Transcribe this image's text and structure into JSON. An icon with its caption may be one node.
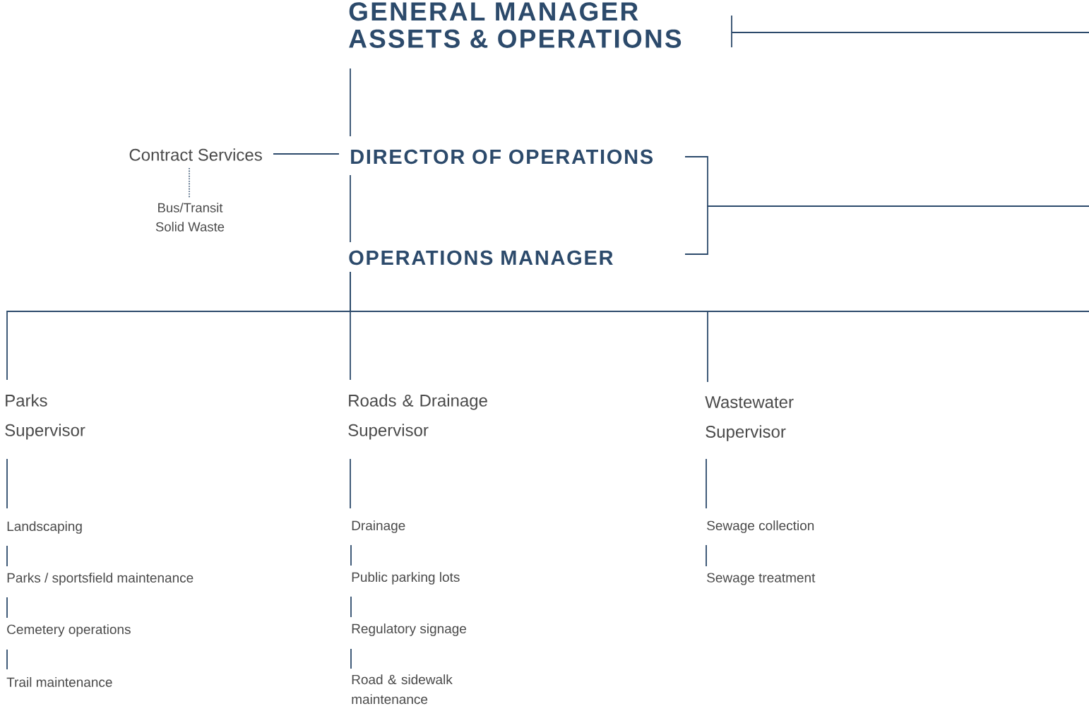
{
  "diagram": {
    "nodes": [
      {
        "text": [
          "GENERAL MANAGER ASSETS & OPERATIONS"
        ]
      },
      {
        "text": [
          "Contract Services"
        ]
      },
      {
        "text": [
          "Bus/Transit",
          "Solid Waste"
        ]
      },
      {
        "text": [
          "DIRECTOR OF OPERATIONS"
        ]
      },
      {
        "text": [
          "OPERATIONS MANAGER"
        ]
      },
      {
        "text": [
          "Parks Supervisor"
        ]
      },
      {
        "text": [
          "Roads & Drainage Supervisor"
        ]
      },
      {
        "text": [
          "Wastewater Supervisor"
        ]
      },
      {
        "text": [
          "Landscaping"
        ]
      },
      {
        "text": [
          "Parks / sportsfield maintenance"
        ]
      },
      {
        "text": [
          "Cemetery operations"
        ]
      },
      {
        "text": [
          "Trail maintenance"
        ]
      },
      {
        "text": [
          "Drainage"
        ]
      },
      {
        "text": [
          "Public parking lots"
        ]
      },
      {
        "text": [
          "Regulatory signage"
        ]
      },
      {
        "text": [
          "Road & sidewalk maintenance"
        ]
      },
      {
        "text": [
          "Sewage collection"
        ]
      },
      {
        "text": [
          "Sewage treatment"
        ]
      }
    ],
    "edges": [
      {
        "from": 0,
        "to": 3,
        "arrow": "none"
      },
      {
        "from": 0,
        "to": null,
        "arrow": "none"
      },
      {
        "from": 1,
        "to": 3,
        "arrow": "none"
      },
      {
        "from": 1,
        "to": 2,
        "arrow": "none",
        "style": "dashed"
      },
      {
        "from": 3,
        "to": 4,
        "arrow": "none"
      },
      {
        "from": 3,
        "to": null,
        "arrow": "none"
      },
      {
        "from": 4,
        "to": null,
        "arrow": "none"
      },
      {
        "from": 4,
        "to": null,
        "arrow": "none"
      },
      {
        "from": 4,
        "to": 5,
        "arrow": "none"
      },
      {
        "from": 4,
        "to": 6,
        "arrow": "none"
      },
      {
        "from": 4,
        "to": 7,
        "arrow": "none"
      },
      {
        "from": 5,
        "to": 8,
        "arrow": "none"
      },
      {
        "from": 8,
        "to": 9,
        "arrow": "none"
      },
      {
        "from": 9,
        "to": 10,
        "arrow": "none"
      },
      {
        "from": 10,
        "to": 11,
        "arrow": "none"
      },
      {
        "from": 6,
        "to": 12,
        "arrow": "none"
      },
      {
        "from": 12,
        "to": 13,
        "arrow": "none"
      },
      {
        "from": 13,
        "to": 14,
        "arrow": "none"
      },
      {
        "from": 14,
        "to": 15,
        "arrow": "none"
      },
      {
        "from": 7,
        "to": 16,
        "arrow": "none"
      },
      {
        "from": 16,
        "to": 17,
        "arrow": "none"
      }
    ]
  }
}
